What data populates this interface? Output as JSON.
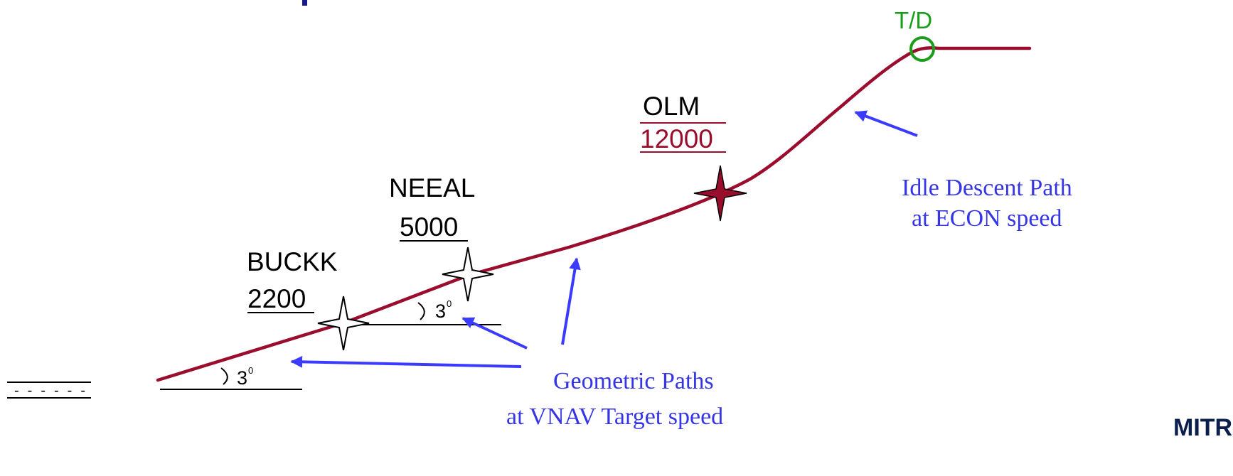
{
  "colors": {
    "path": "#9b0d2d",
    "arrow": "#3b3bff",
    "annotation": "#3535e6",
    "td": "#1a9e1a",
    "text": "#000000",
    "logo": "#0b1f4d"
  },
  "top_of_descent": {
    "label": "T/D"
  },
  "waypoints": [
    {
      "name": "OLM",
      "altitude": "12000"
    },
    {
      "name": "NEEAL",
      "altitude": "5000"
    },
    {
      "name": "BUCKK",
      "altitude": "2200"
    }
  ],
  "angles": [
    {
      "value": "3",
      "unit": "0"
    },
    {
      "value": "3",
      "unit": "0"
    }
  ],
  "annotations": {
    "idle_descent": [
      "Idle Descent Path",
      "at ECON speed"
    ],
    "geometric": [
      "Geometric Paths",
      "at VNAV Target speed"
    ]
  },
  "runway_symbol": "------",
  "logo": {
    "text": "MITRE",
    "icon": "mitre-logo"
  }
}
